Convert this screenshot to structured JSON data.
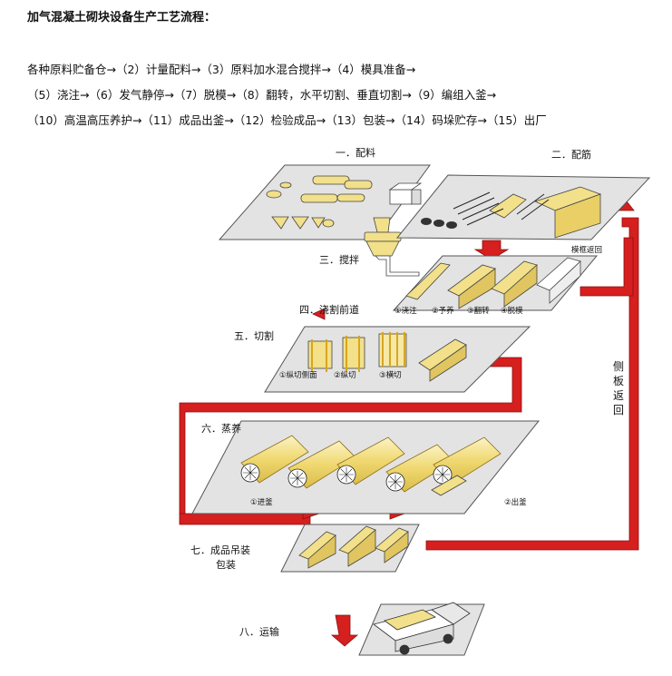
{
  "title": "加气混凝土砌块设备生产工艺流程：",
  "process_lines": [
    "各种原料贮备仓→（2）计量配料→（3）原料加水混合搅拌→（4）模具准备→",
    "（5）浇注→（6）发气静停→（7）脱模→（8）翻转，水平切割、垂直切割→（9）编组入釜→",
    "（10）高温高压养护→（11）成品出釜→（12）检验成品→（13）包装→（14）码垛贮存→（15）出厂"
  ],
  "diagram": {
    "sections": {
      "s1": "一．配料",
      "s2": "二．配筋",
      "s3": "三．搅拌",
      "s4": "四．浇割前道",
      "s5": "五．切割",
      "s6": "六．蒸养",
      "s7a": "七．成品吊装",
      "s7b": "包装",
      "s8": "八．运输"
    },
    "labels": {
      "mold_return": "模框返回",
      "side_plate_return": "侧板返回",
      "pour": "①浇注",
      "precure": "②予养",
      "flip": "③翻转",
      "demold": "④脱模",
      "cut1": "①纵切侧面",
      "cut2": "②纵切",
      "cut3": "③横切",
      "kiln_in": "①进釜",
      "kiln_out": "②出釜"
    },
    "colors": {
      "flow_red": "#d61f1f",
      "platform_gray": "#e3e3e3",
      "product_yellow": "#f2e08a",
      "text_black": "#111111"
    }
  }
}
